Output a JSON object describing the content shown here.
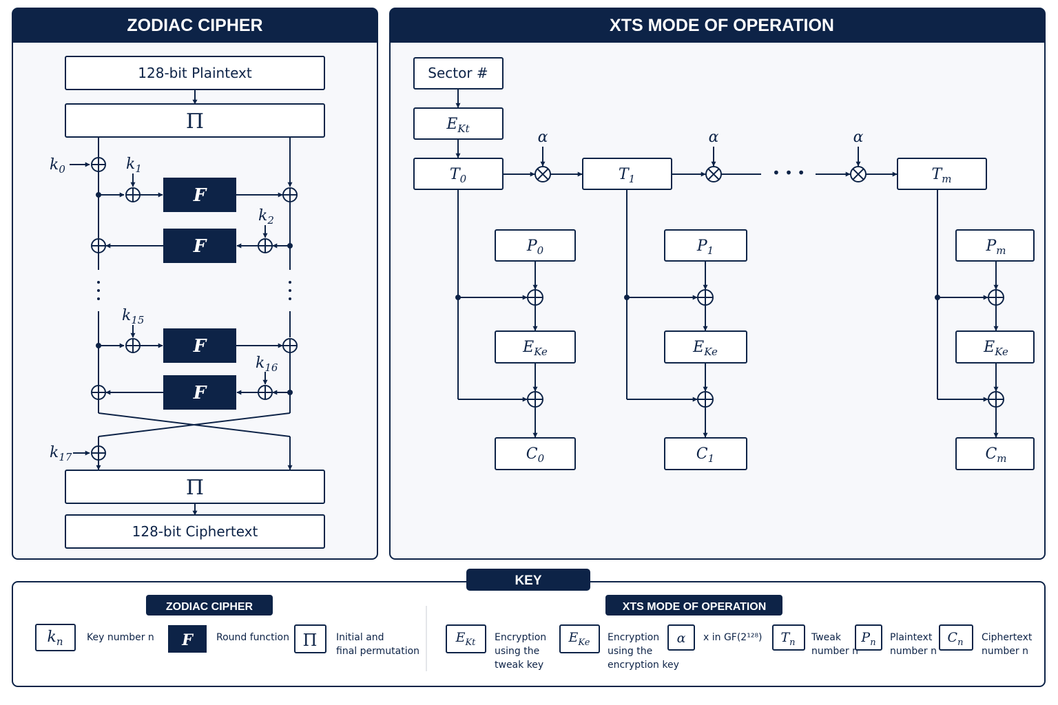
{
  "zodiac": {
    "title": "ZODIAC CIPHER",
    "plaintext_label": "128-bit Plaintext",
    "ciphertext_label": "128-bit Ciphertext",
    "perm_symbol": "Π",
    "round_symbol": "F",
    "keys": {
      "k0": "0",
      "k1": "1",
      "k2": "2",
      "k15": "15",
      "k16": "16",
      "k17": "17"
    }
  },
  "xts": {
    "title": "XTS MODE OF OPERATION",
    "sector_label": "Sector #",
    "alpha": "α",
    "ellipsis": "• • •",
    "columns": [
      {
        "tweak": "0",
        "plain": "0",
        "cipher": "0"
      },
      {
        "tweak": "1",
        "plain": "1",
        "cipher": "1"
      },
      {
        "tweak": "m",
        "plain": "m",
        "cipher": "m"
      }
    ],
    "tweak_key_sub": "Kt",
    "enc_key_sub": "Ke"
  },
  "key": {
    "title": "KEY",
    "zodiac_title": "ZODIAC CIPHER",
    "xts_title": "XTS MODE OF OPERATION",
    "kn_desc": "Key number n",
    "f_desc": "Round function",
    "pi_desc": [
      "Initial and",
      "final permutation"
    ],
    "ekt_desc": [
      "Encryption",
      "using the",
      "tweak key"
    ],
    "eke_desc": [
      "Encryption",
      "using the",
      "encryption key"
    ],
    "alpha_desc": "x in GF(2¹²⁸)",
    "tn_desc": [
      "Tweak",
      "number n"
    ],
    "pn_desc": [
      "Plaintext",
      "number n"
    ],
    "cn_desc": [
      "Ciphertext",
      "number n"
    ]
  },
  "colors": {
    "navy": "#0d2347",
    "panel": "#f7f8fb"
  }
}
